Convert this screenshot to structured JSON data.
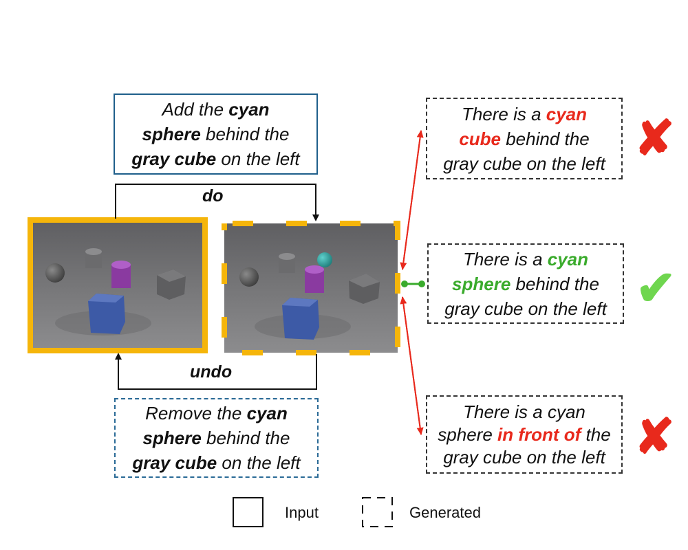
{
  "instructions": {
    "do": {
      "p1": "Add the ",
      "b1": "cyan",
      "p2": "\n",
      "b2": "sphere",
      "p3": " behind the\n",
      "b3": "gray cube",
      "p4": " on the left"
    },
    "undo": {
      "p1": "Remove the ",
      "b1": "cyan",
      "p2": "\n",
      "b2": "sphere",
      "p3": " behind the\n",
      "b3": "gray cube",
      "p4": " on the left"
    }
  },
  "arrows": {
    "do_label": "do",
    "undo_label": "undo"
  },
  "captions": [
    {
      "p1": "There is a ",
      "h1": "cyan\ncube",
      "p2": " behind the\ngray cube on the left",
      "verdict": "wrong",
      "symbol": "✘"
    },
    {
      "p1": "There is a ",
      "h1": "cyan\nsphere",
      "p2": " behind the\ngray cube on the left",
      "verdict": "correct",
      "symbol": "✔"
    },
    {
      "p1": "There is a cyan\nsphere ",
      "h1": "in front of",
      "p2": " the\ngray cube on the left",
      "verdict": "wrong",
      "symbol": "✘"
    }
  ],
  "legend": {
    "input": "Input",
    "generated": "Generated"
  },
  "colors": {
    "frame": "#f5b50a",
    "solid_box": "#1f5f8b",
    "dashed_box": "#2a6a96",
    "wrong": "#e8291c",
    "correct": "#3aab2c",
    "arrow": "#111111"
  }
}
